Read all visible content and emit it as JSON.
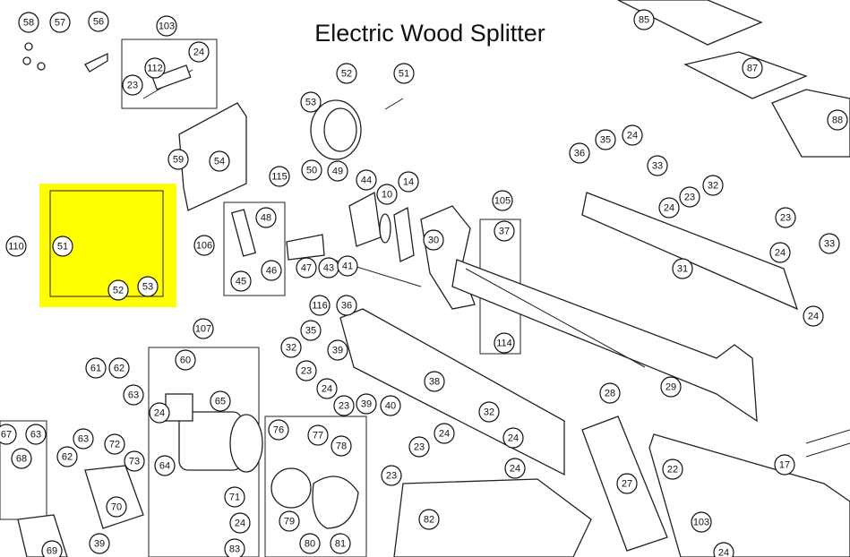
{
  "title": "Electric Wood Splitter",
  "highlight_color": "#ffff00",
  "callouts": [
    "58",
    "57",
    "56",
    "103",
    "24",
    "112",
    "23",
    "52",
    "51",
    "53",
    "85",
    "87",
    "88",
    "59",
    "54",
    "115",
    "50",
    "49",
    "44",
    "10",
    "14",
    "105",
    "37",
    "36",
    "35",
    "24",
    "33",
    "32",
    "23",
    "24",
    "23",
    "24",
    "33",
    "24",
    "110",
    "51",
    "52",
    "53",
    "106",
    "48",
    "45",
    "46",
    "47",
    "43",
    "41",
    "30",
    "31",
    "114",
    "116",
    "36",
    "35",
    "32",
    "23",
    "39",
    "24",
    "23",
    "39",
    "40",
    "38",
    "29",
    "107",
    "60",
    "61",
    "62",
    "63",
    "65",
    "24",
    "64",
    "71",
    "24",
    "83",
    "28",
    "27",
    "22",
    "17",
    "32",
    "24",
    "24",
    "23",
    "24",
    "23",
    "82",
    "76",
    "77",
    "78",
    "79",
    "80",
    "81",
    "67",
    "63",
    "68",
    "62",
    "63",
    "72",
    "73",
    "70",
    "69",
    "39",
    "103",
    "24"
  ]
}
